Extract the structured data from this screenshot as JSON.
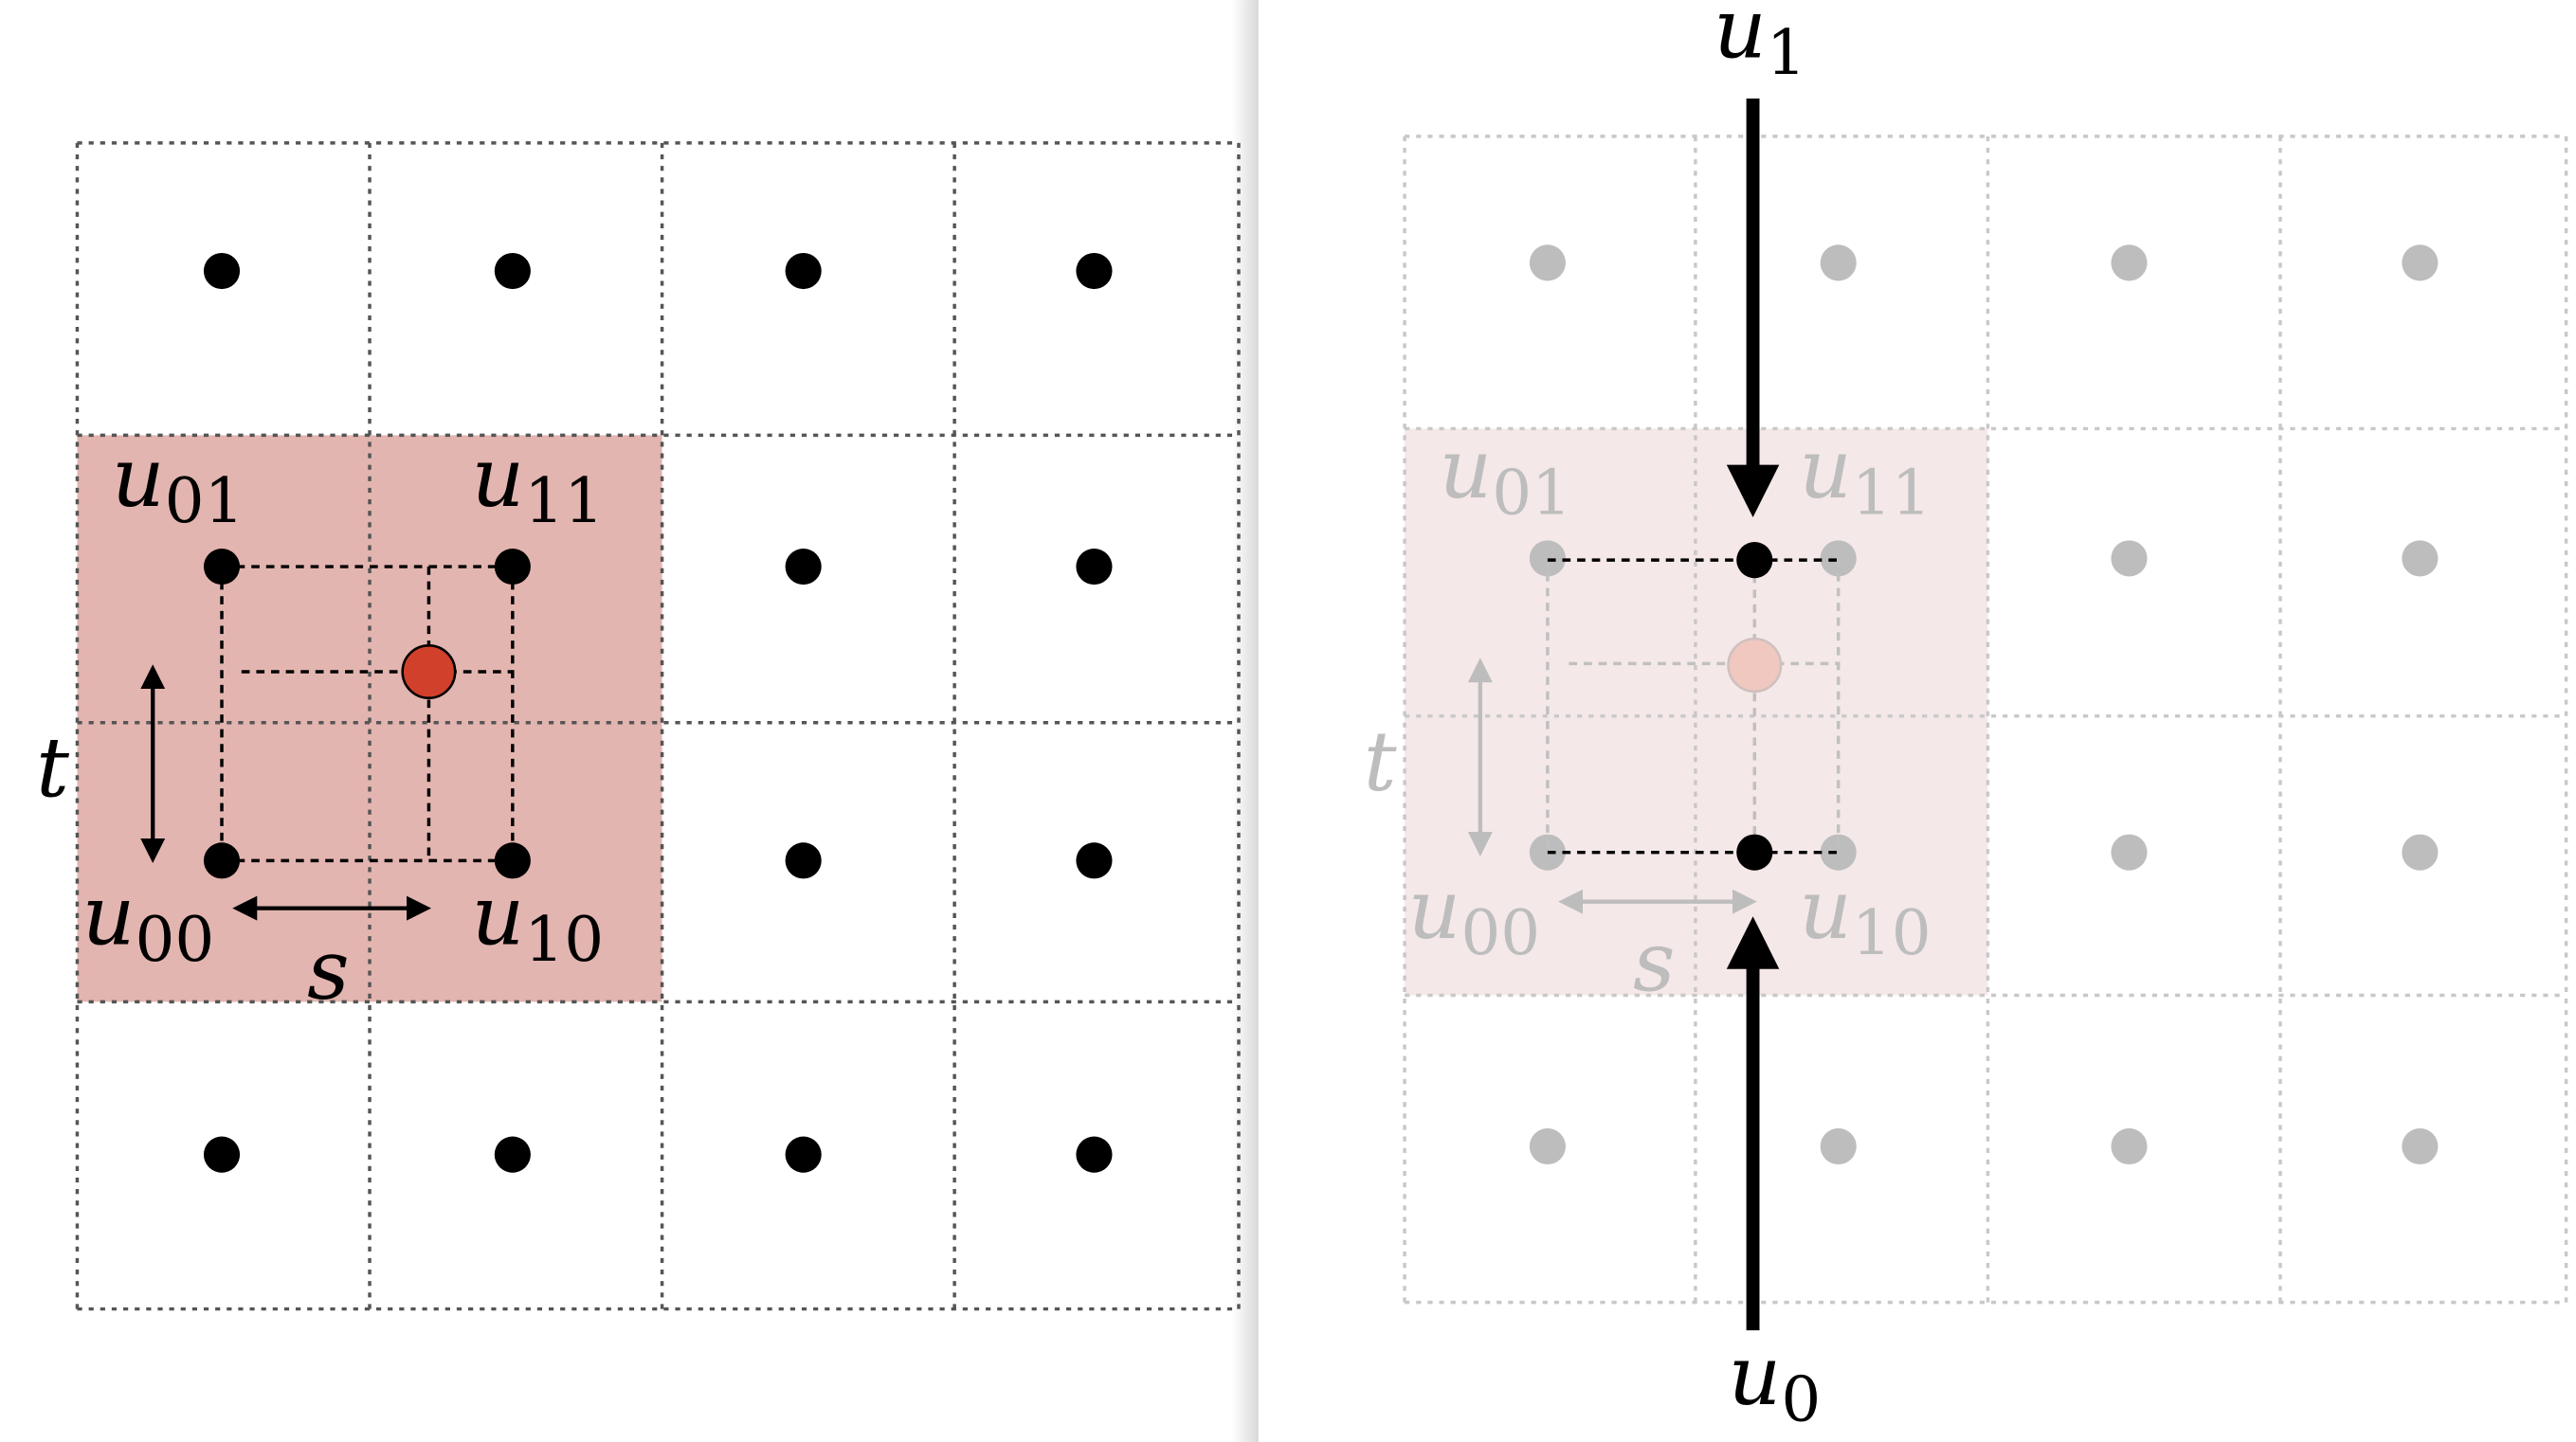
{
  "colors": {
    "highlight_left": "#e3b5b0",
    "highlight_right": "#f5e8e8",
    "interp_point": "#d0402a",
    "interp_point_faded": "#f0c8c0",
    "faded": "#bdbdbd",
    "grid": "#555555"
  },
  "left_panel": {
    "labels": {
      "u01": {
        "base": "u",
        "sub": "01"
      },
      "u11": {
        "base": "u",
        "sub": "11"
      },
      "u00": {
        "base": "u",
        "sub": "00"
      },
      "u10": {
        "base": "u",
        "sub": "10"
      },
      "t": "t",
      "s": "s"
    }
  },
  "right_panel": {
    "labels": {
      "u01": {
        "base": "u",
        "sub": "01"
      },
      "u11": {
        "base": "u",
        "sub": "11"
      },
      "u00": {
        "base": "u",
        "sub": "00"
      },
      "u10": {
        "base": "u",
        "sub": "10"
      },
      "t": "t",
      "s": "s",
      "u1": {
        "base": "u",
        "sub": "1"
      },
      "u0": {
        "base": "u",
        "sub": "0"
      }
    }
  }
}
